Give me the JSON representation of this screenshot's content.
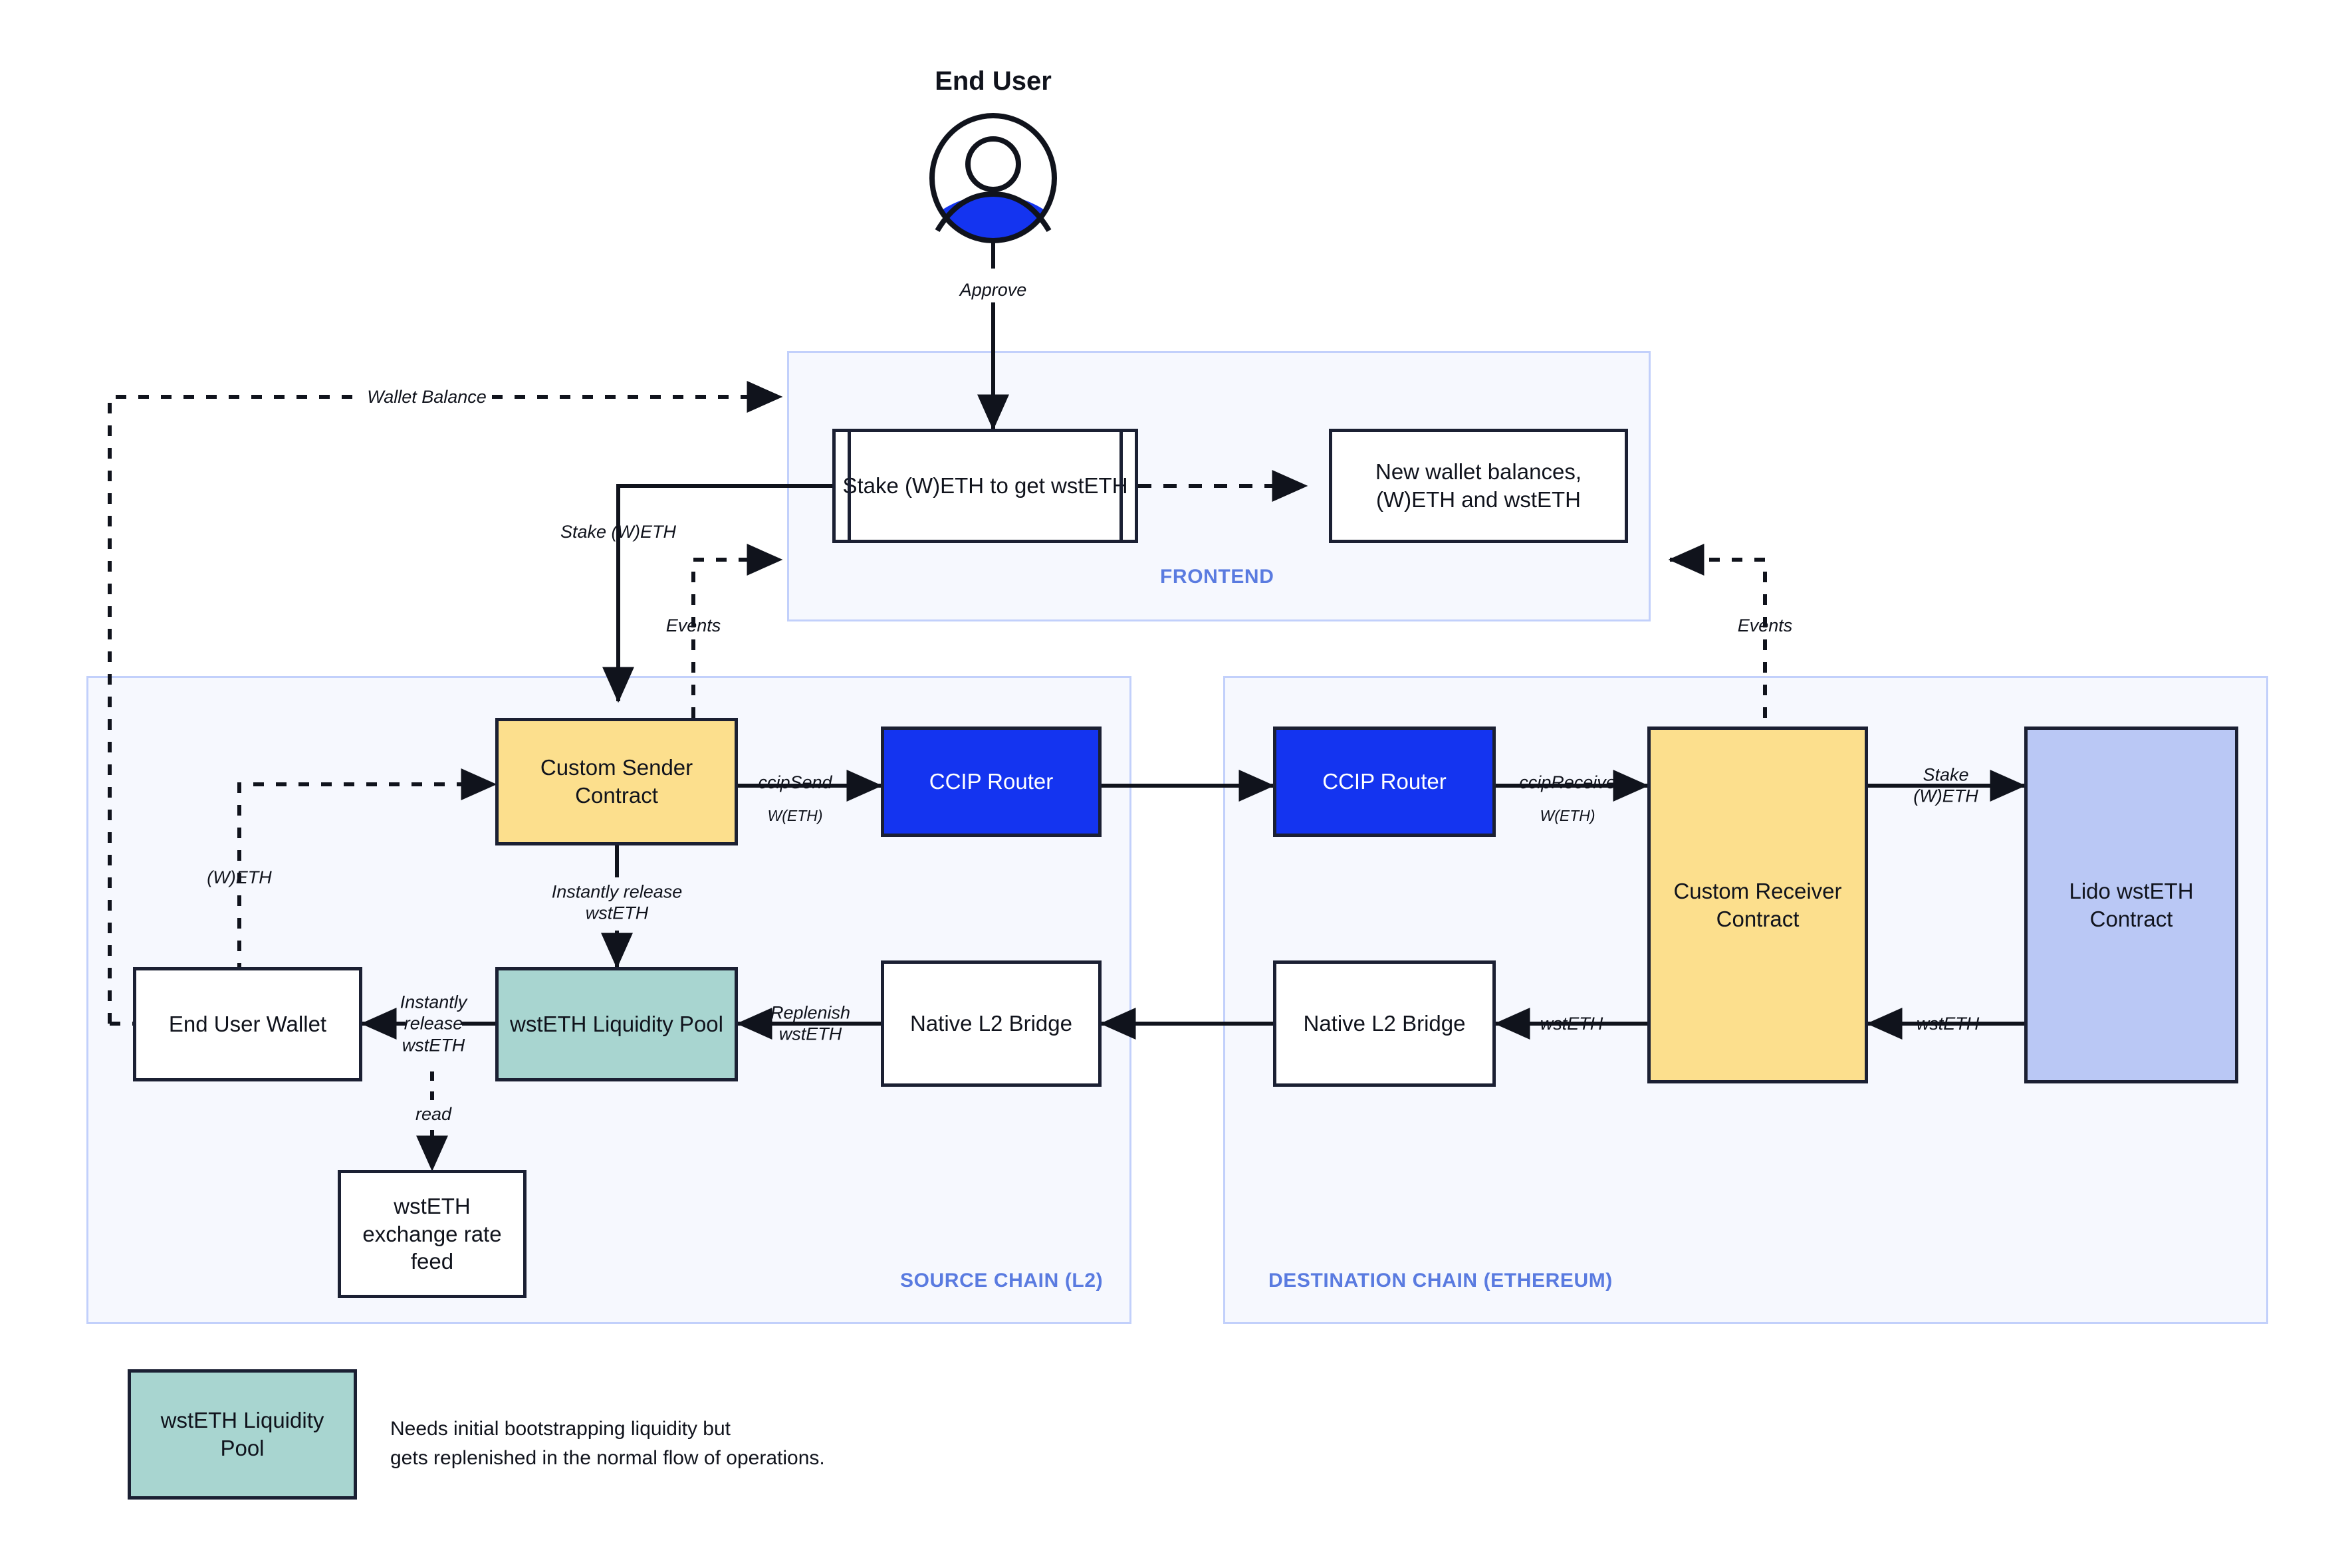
{
  "diagram": {
    "title": "End User",
    "colors": {
      "zone_fill": "#f6f8fe",
      "zone_border": "#c2d0fb",
      "zone_label": "#5a7be0",
      "node_border": "#1b2033",
      "yellow": "#fcdf8d",
      "teal": "#a8d5d0",
      "blue": "#1434f0",
      "periwinkle": "#bac8f5",
      "avatar_accent": "#1434f0"
    }
  },
  "actor": {
    "label": "End User",
    "icon": "user-avatar-icon"
  },
  "zones": [
    {
      "id": "frontend",
      "label": "FRONTEND"
    },
    {
      "id": "source",
      "label": "SOURCE CHAIN (L2)"
    },
    {
      "id": "destination",
      "label": "DESTINATION CHAIN (ETHEREUM)"
    }
  ],
  "nodes": {
    "stake_weth": "Stake\n(W)ETH to get\nwstETH",
    "new_balances": "New wallet\nbalances, (W)ETH\nand wstETH",
    "custom_sender": "Custom\nSender Contract",
    "ccip_router_src": "CCIP Router",
    "ccip_router_dst": "CCIP Router",
    "custom_receiver": "Custom\nReceiver\nContract",
    "lido_contract": "Lido\nwstETH\nContract",
    "end_user_wallet": "End User\nWallet",
    "wsteth_pool": "wstETH\nLiquidity Pool",
    "native_bridge_src": "Native L2\nBridge",
    "native_bridge_dst": "Native L2\nBridge",
    "rate_feed": "wstETH\nexchange rate\nfeed"
  },
  "edge_labels": {
    "approve": "Approve",
    "wallet_balance": "Wallet Balance",
    "stake_weth_flow": "Stake (W)ETH",
    "events_left": "Events",
    "events_right": "Events",
    "weth_dotted": "(W)ETH",
    "ccip_send": "ccipSend",
    "ccip_send_sub": "W(ETH)",
    "ccip_receive": "ccipReceive",
    "ccip_receive_sub": "W(ETH)",
    "stake_weth_right": "Stake\n(W)ETH",
    "instantly_release_sender": "Instantly release\nwstETH",
    "instantly_release_wallet": "Instantly\nrelease\nwstETH",
    "replenish": "Replenish\nwstETH",
    "wsteth_receiver": "wstETH",
    "wsteth_lido": "wstETH",
    "read": "read"
  },
  "legend": {
    "swatch_label": "wstETH\nLiquidity Pool",
    "note": "Needs initial bootstrapping liquidity but\ngets replenished in the normal flow of operations."
  }
}
